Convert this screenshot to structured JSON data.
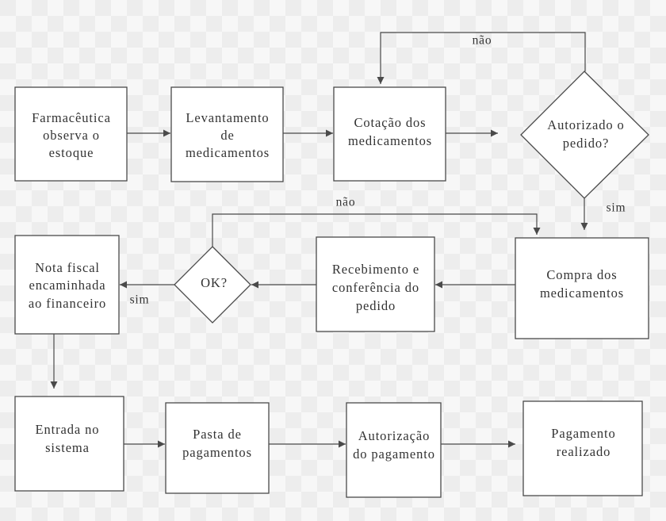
{
  "nodes": {
    "farmaceutica": {
      "lines": [
        "Farmacêutica",
        "observa o",
        "estoque"
      ]
    },
    "levantamento": {
      "lines": [
        "Levantamento",
        "de",
        "medicamentos"
      ]
    },
    "cotacao": {
      "lines": [
        "Cotação dos",
        "medicamentos"
      ]
    },
    "autorizado": {
      "lines": [
        "Autorizado o",
        "pedido?"
      ]
    },
    "compra": {
      "lines": [
        "Compra dos",
        "medicamentos"
      ]
    },
    "recebimento": {
      "lines": [
        "Recebimento e",
        "conferência do",
        "pedido"
      ]
    },
    "ok": {
      "lines": [
        "OK?"
      ]
    },
    "nota_fiscal": {
      "lines": [
        "Nota fiscal",
        "encaminhada",
        "ao financeiro"
      ]
    },
    "entrada": {
      "lines": [
        "Entrada no",
        "sistema"
      ]
    },
    "pasta": {
      "lines": [
        "Pasta de",
        "pagamentos"
      ]
    },
    "autorizacao": {
      "lines": [
        "Autorização",
        "do pagamento"
      ]
    },
    "pagamento": {
      "lines": [
        "Pagamento",
        "realizado"
      ]
    }
  },
  "edges": {
    "autorizado_nao": "não",
    "autorizado_sim": "sim",
    "ok_nao": "não",
    "ok_sim": "sim"
  },
  "colors": {
    "stroke": "#4a4a4a",
    "box_fill": "#ffffff",
    "text": "#333333"
  }
}
